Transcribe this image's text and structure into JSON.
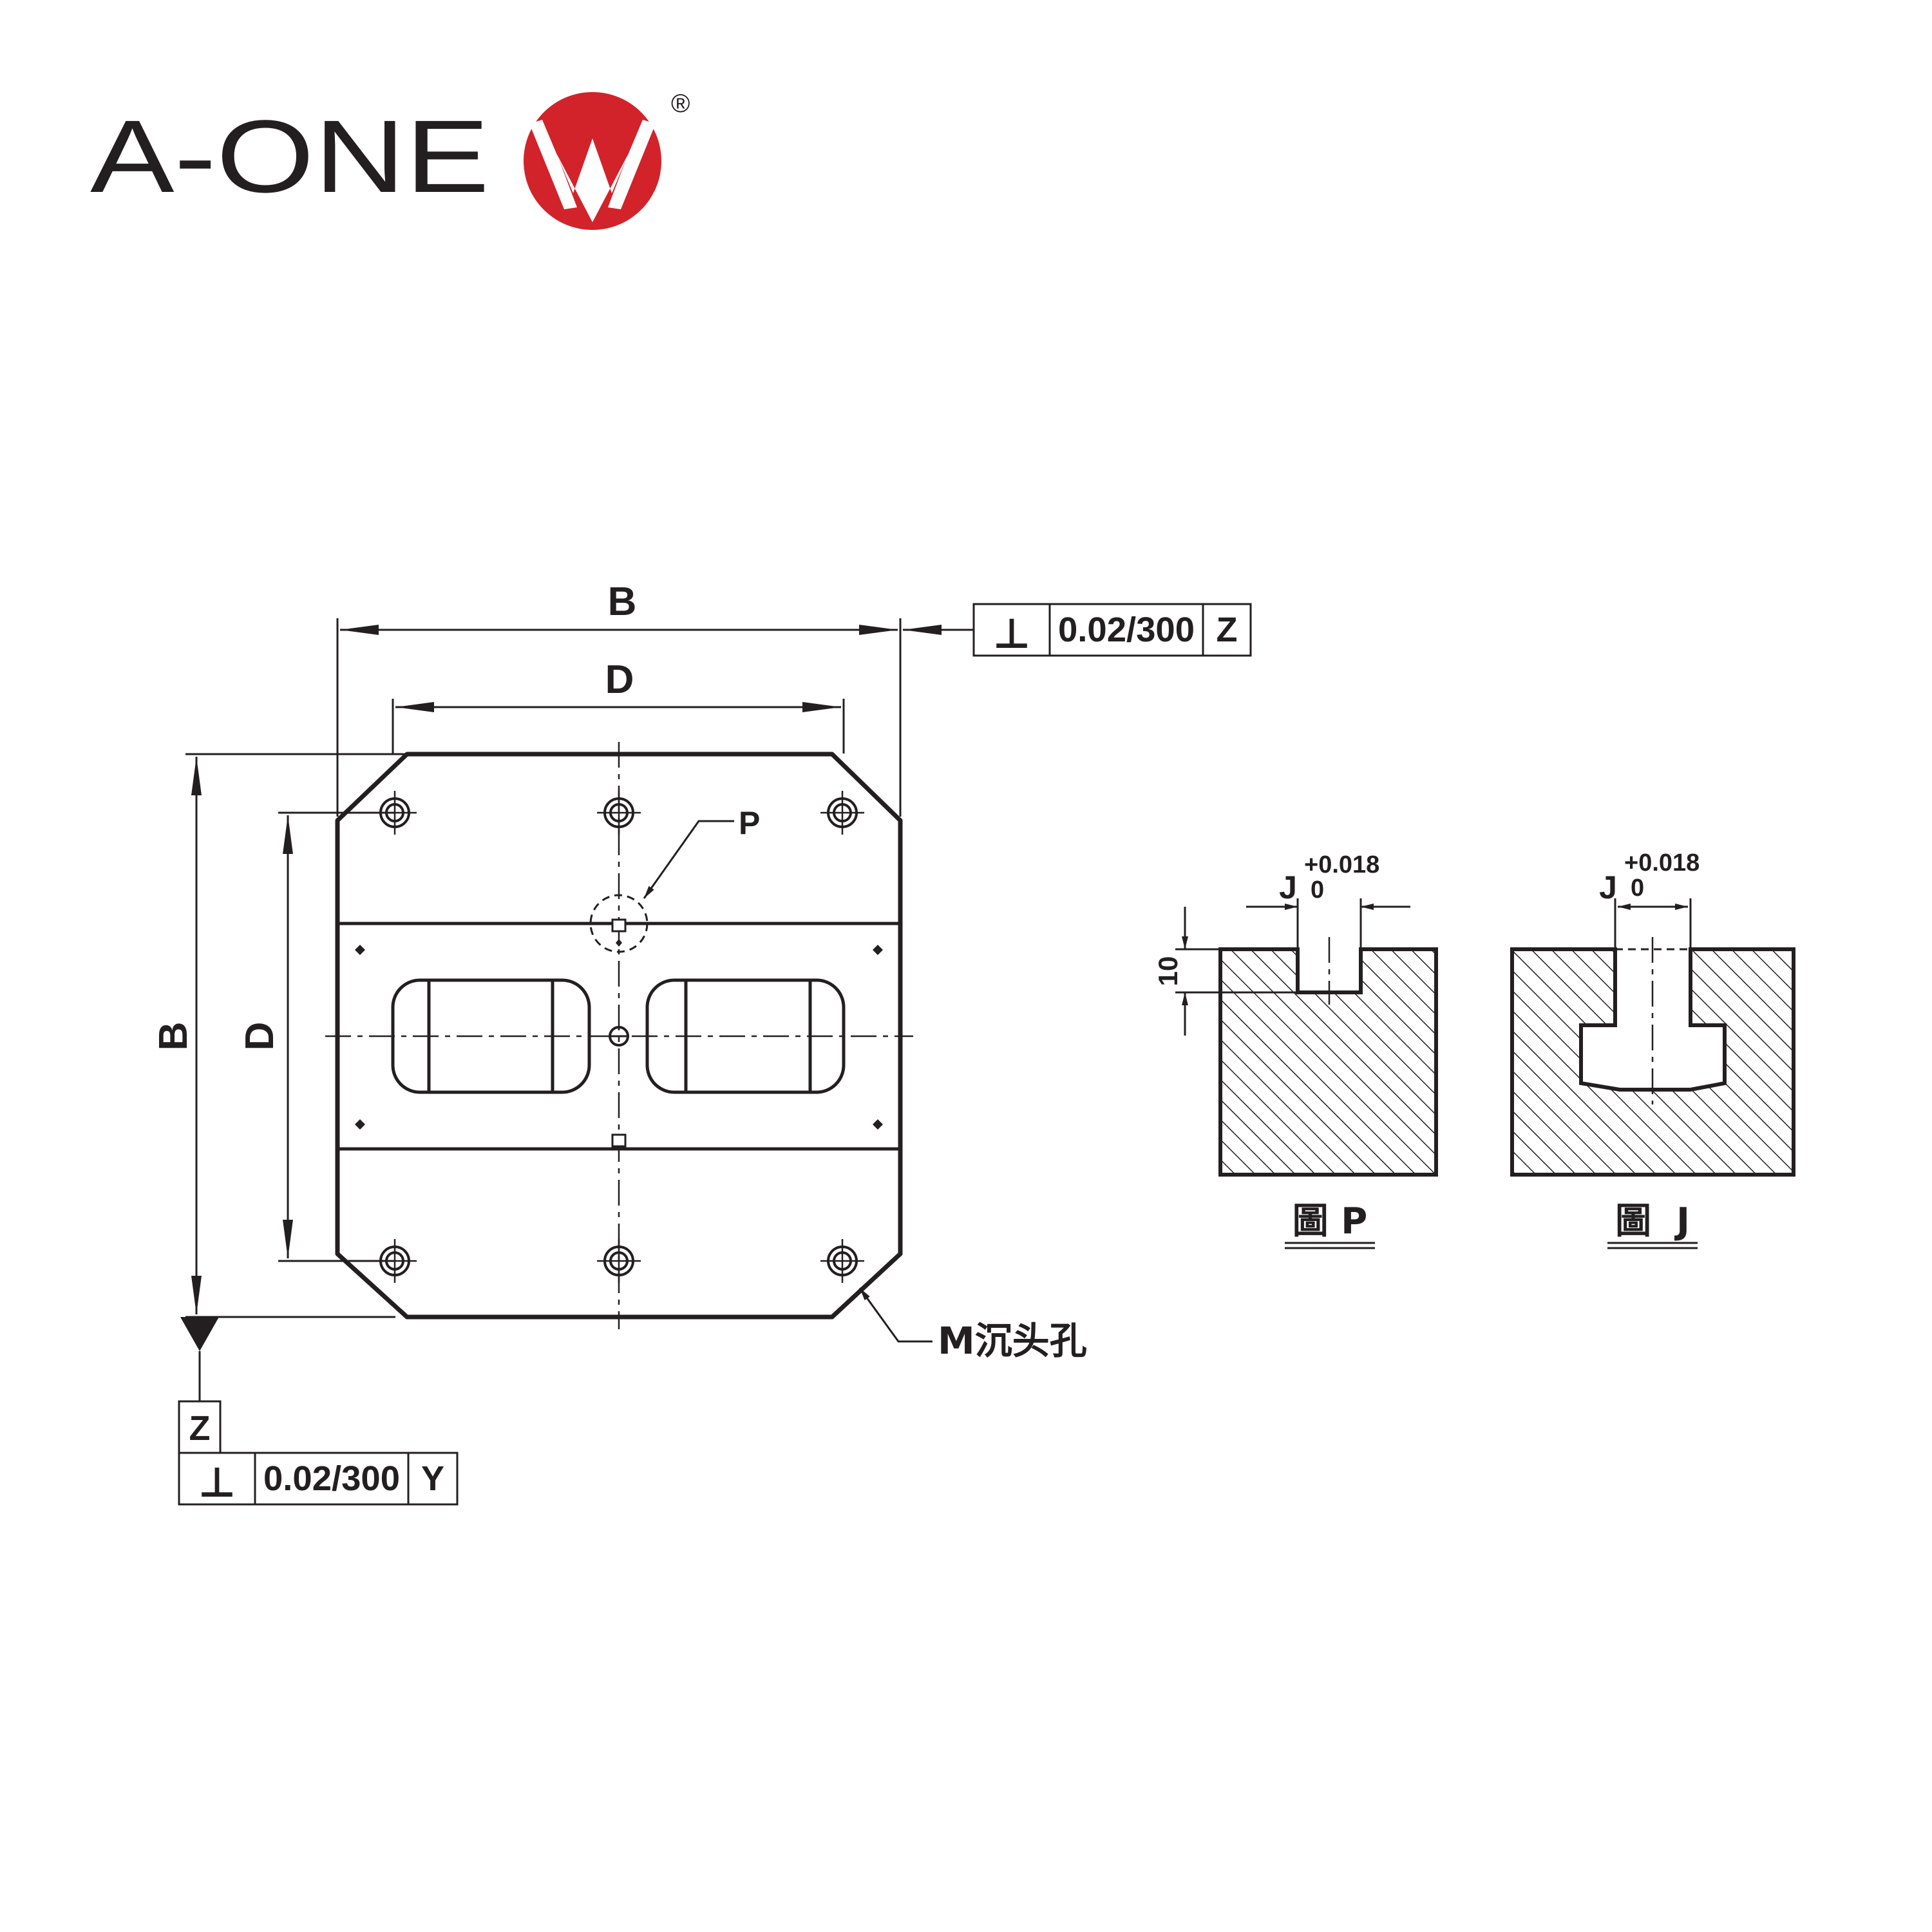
{
  "brand": {
    "name": "A-ONE",
    "registered_mark": "®",
    "colors": {
      "red": "#d2232a",
      "dark": "#231f20"
    }
  },
  "main_view": {
    "dim_outer": "B",
    "dim_inner": "D",
    "dim_outer_vertical": "B",
    "dim_inner_vertical": "D",
    "callout_p": "P",
    "callout_m": "M沉头孔",
    "tolerance_top": {
      "symbol": "⊥",
      "value": "0.02/300",
      "datum": "Z"
    },
    "datum_label": "Z",
    "tolerance_bottom": {
      "symbol": "⊥",
      "value": "0.02/300",
      "datum": "Y"
    },
    "colors": {
      "plate": "#e6e6e7",
      "hatch": "#231f20"
    }
  },
  "section_p": {
    "caption": "圖 P",
    "width_label": "J",
    "tol_upper": "+0.018",
    "tol_lower": "0",
    "depth_label": "10"
  },
  "section_j": {
    "caption": "圖  J",
    "width_label": "J",
    "tol_upper": "+0.018",
    "tol_lower": "0"
  }
}
